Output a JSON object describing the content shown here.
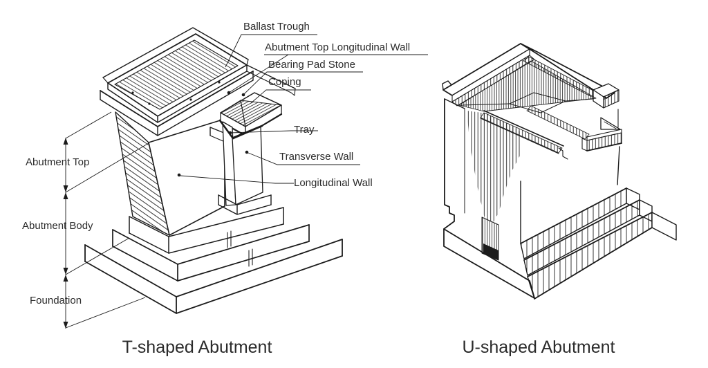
{
  "diagram": {
    "background": "#ffffff",
    "line_color": "#1b1b1b",
    "text_color": "#2b2b2b"
  },
  "t_abutment": {
    "caption": "T-shaped Abutment",
    "callouts": {
      "ballast_trough": "Ballast Trough",
      "abutment_top_longitudinal_wall": "Abutment Top Longitudinal Wall",
      "bearing_pad_stone": "Bearing Pad Stone",
      "coping": "Coping",
      "tray": "Tray",
      "transverse_wall": "Transverse Wall",
      "longitudinal_wall": "Longitudinal Wall"
    },
    "dimensions": {
      "abutment_top": "Abutment Top",
      "abutment_body": "Abutment Body",
      "foundation": "Foundation"
    }
  },
  "u_abutment": {
    "caption": "U-shaped Abutment"
  }
}
